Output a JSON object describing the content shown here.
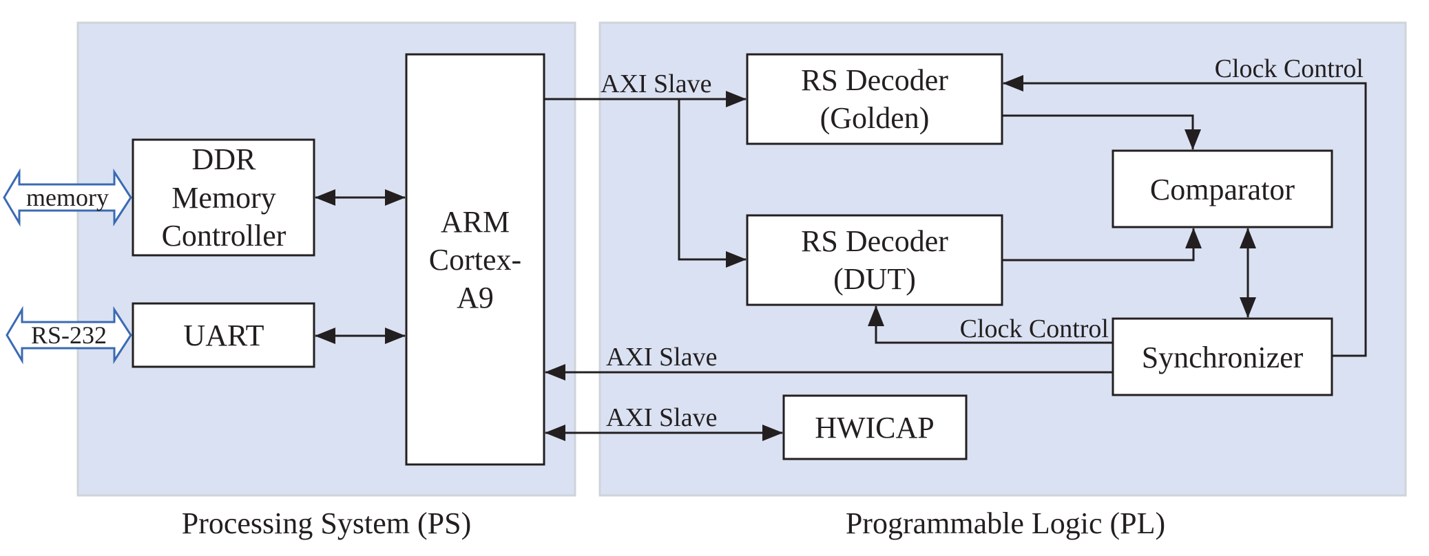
{
  "regions": {
    "ps": {
      "caption": "Processing System (PS)"
    },
    "pl": {
      "caption": "Programmable Logic (PL)"
    }
  },
  "blocks": {
    "ddr": {
      "lines": [
        "DDR",
        "Memory",
        "Controller"
      ]
    },
    "uart": {
      "lines": [
        "UART"
      ]
    },
    "arm": {
      "lines": [
        "ARM",
        "Cortex-",
        "A9"
      ]
    },
    "rs_golden": {
      "lines": [
        "RS Decoder",
        "(Golden)"
      ]
    },
    "rs_dut": {
      "lines": [
        "RS Decoder",
        "(DUT)"
      ]
    },
    "comparator": {
      "lines": [
        "Comparator"
      ]
    },
    "synchronizer": {
      "lines": [
        "Synchronizer"
      ]
    },
    "hwicap": {
      "lines": [
        "HWICAP"
      ]
    }
  },
  "external_buses": {
    "memory": "memory",
    "rs232": "RS-232"
  },
  "connection_labels": {
    "axi_to_decoders": "AXI Slave",
    "axi_from_sync": "AXI Slave",
    "axi_hwicap": "AXI Slave",
    "clock_golden": "Clock Control",
    "clock_dut": "Clock Control"
  },
  "colors": {
    "region_fill": "#dae1f2",
    "bus_stroke": "#3a6ab3",
    "line": "#231f20"
  }
}
